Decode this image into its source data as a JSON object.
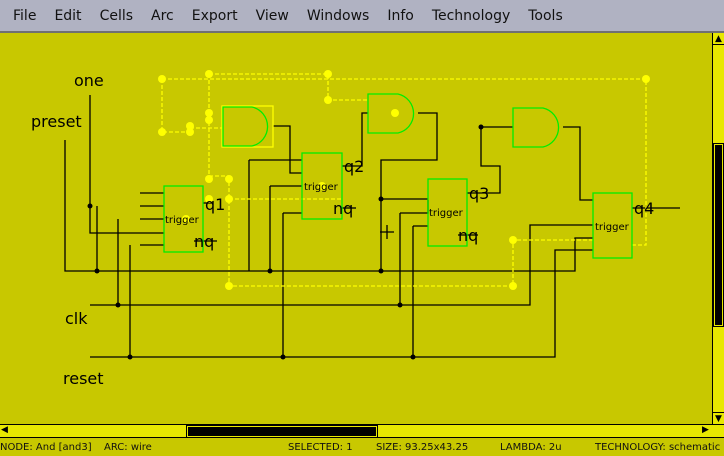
{
  "menu": [
    "File",
    "Edit",
    "Cells",
    "Arc",
    "Export",
    "View",
    "Windows",
    "Info",
    "Technology",
    "Tools"
  ],
  "schematic": {
    "ports": {
      "one": "one",
      "preset": "preset",
      "clk": "clk",
      "reset": "reset"
    },
    "flipflops": [
      {
        "body": "trigger",
        "q": "q1",
        "nq": "nq"
      },
      {
        "body": "trigger",
        "q": "q2",
        "nq": "nq"
      },
      {
        "body": "trigger",
        "q": "q3",
        "nq": "nq"
      },
      {
        "body": "trigger",
        "q": "q4",
        "nq": ""
      }
    ]
  },
  "status": {
    "node": "NODE: And [and3]",
    "arc": "ARC: wire",
    "selected": "SELECTED: 1",
    "size": "SIZE: 93.25x43.25",
    "lambda": "LAMBDA: 2u",
    "technology": "TECHNOLOGY: schematic"
  },
  "colors": {
    "canvas": "#c8c800",
    "selection": "#ffff00",
    "component": "#00ee00",
    "wire": "#000000"
  }
}
